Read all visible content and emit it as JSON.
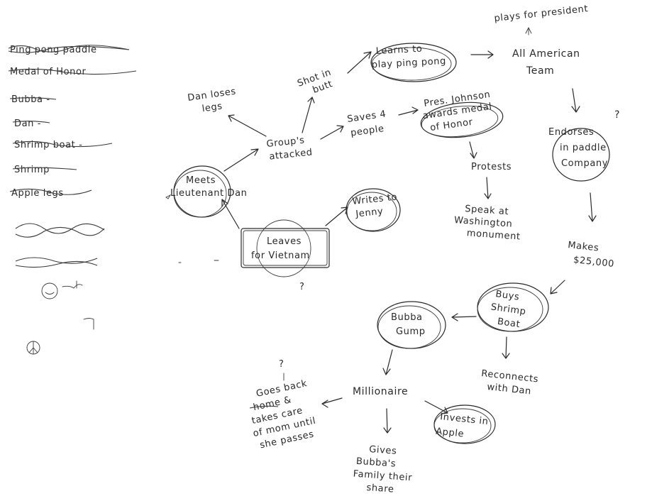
{
  "sidebar_notes": [
    "Ping pong paddle",
    "Medal of Honor",
    "Bubba -",
    "Dan -",
    "Shrimp boat -",
    "Shrimp",
    "Apple legs"
  ],
  "nodes": {
    "plays_for_president": "plays for president",
    "all_american_team": "All American Team",
    "learns_ping_pong": "Learns to play ping pong",
    "shot_in_butt": "Shot in butt",
    "dan_loses_legs": "Dan loses legs",
    "groups_attacked": "Group's attacked",
    "saves_4_people": "Saves 4 people",
    "pres_johnson": "Pres. Johnson awards medal of Honor",
    "protests": "Protests",
    "speak_washington": "Speak at Washington monument",
    "endorses": "Endorses in paddle Company",
    "meets_lieutenant": "Meets Lieutenant Dan",
    "writes_jenny": "Writes to Jenny",
    "leaves_vietnam": "Leaves for Vietnam",
    "makes_money": "Makes $25,000",
    "buys_shrimp_boat": "Buys Shrimp Boat",
    "bubba_gump": "Bubba Gump",
    "reconnects_dan": "Reconnects with Dan",
    "millionaire": "Millionaire",
    "goes_back_home": "Goes back home & takes care of mom until she passes",
    "invests_apple": "Invests in Apple",
    "gives_bubbas_family": "Gives Bubba's Family their share"
  }
}
